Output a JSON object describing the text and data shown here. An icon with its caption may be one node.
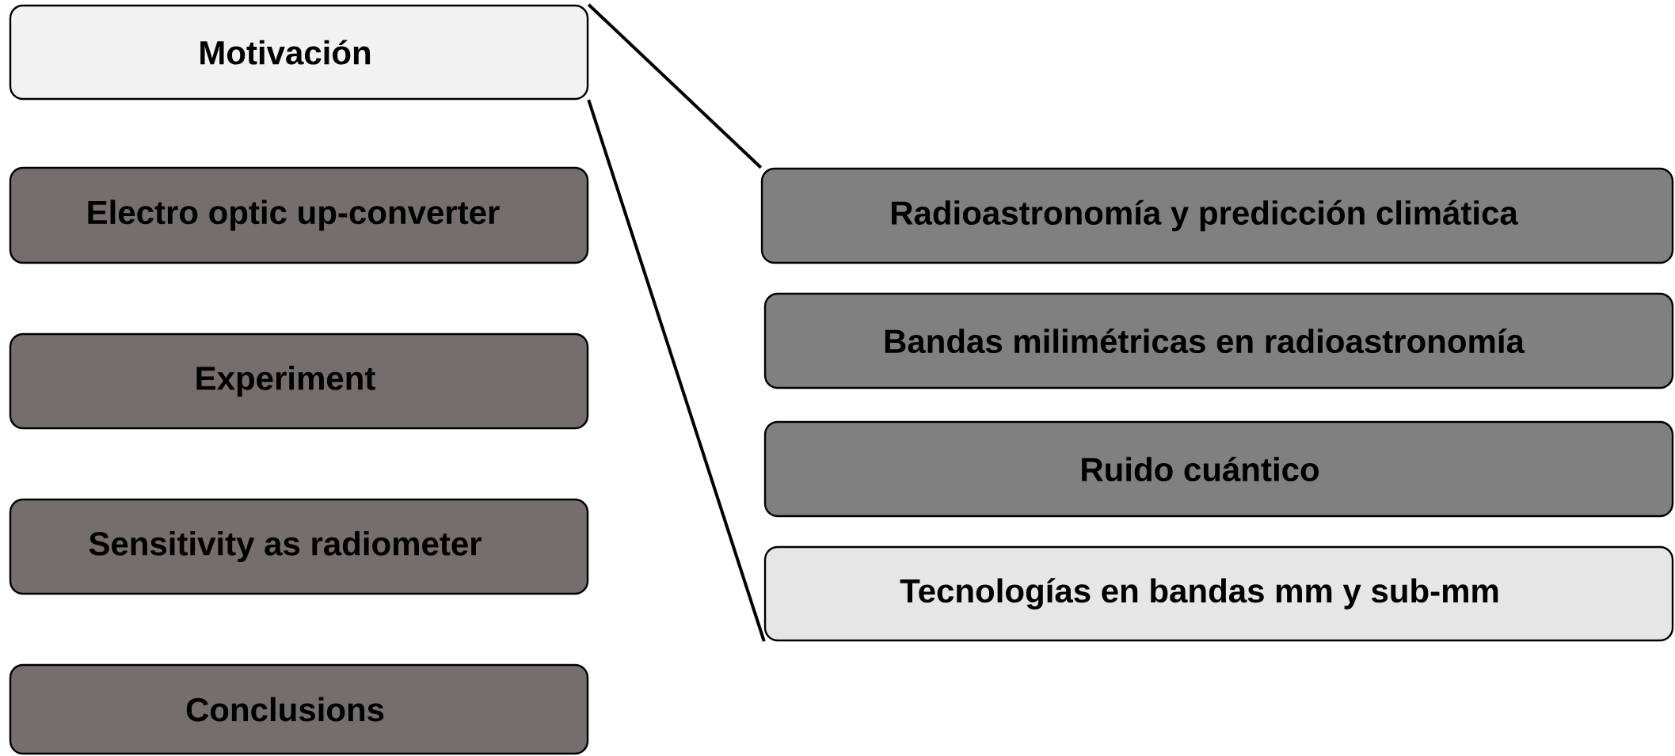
{
  "diagram": {
    "nodes": [
      {
        "text": [
          "Motivación"
        ]
      },
      {
        "text": [
          "Electro optic up-converter"
        ]
      },
      {
        "text": [
          "Experiment"
        ]
      },
      {
        "text": [
          "Sensitivity as radiometer"
        ]
      },
      {
        "text": [
          "Conclusions"
        ]
      },
      {
        "text": [
          "Radioastronomía y predicción climática"
        ]
      },
      {
        "text": [
          "Bandas milimétricas en radioastronomía"
        ]
      },
      {
        "text": [
          "Ruido cuántico"
        ]
      },
      {
        "text": [
          "Tecnologías en bandas mm y sub-mm"
        ]
      }
    ],
    "edges": [
      {
        "from": 0,
        "to": 5,
        "arrow": "none"
      },
      {
        "from": 0,
        "to": 8,
        "arrow": "none"
      }
    ]
  }
}
